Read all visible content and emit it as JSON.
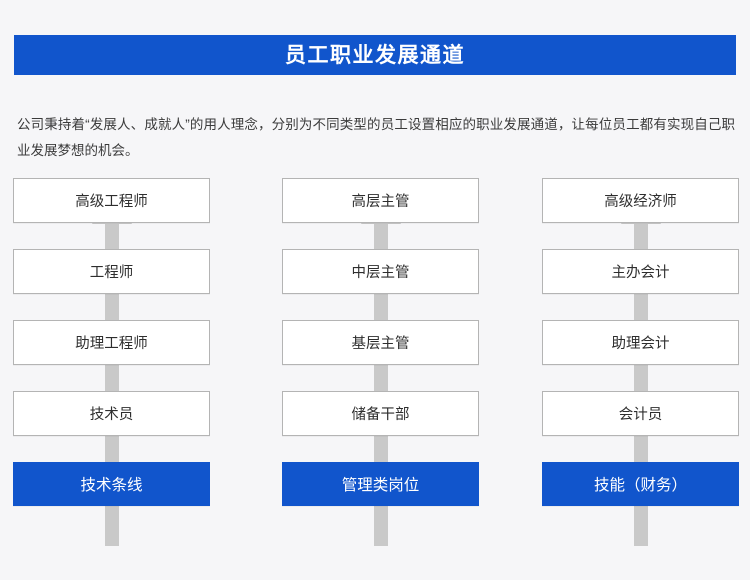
{
  "banner": {
    "title": "员工职业发展通道"
  },
  "intro": {
    "text": "公司秉持着“发展人、成就人”的用人理念，分别为不同类型的员工设置相应的职业发展通道，让每位员工都有实现自己职业发展梦想的机会。"
  },
  "colors": {
    "brand_blue": "#1155cc",
    "page_background": "#f6f6f8",
    "box_border": "#b4b4b4",
    "arrow_gray": "#c9c9c9"
  },
  "chart_data": {
    "type": "diagram",
    "title": "员工职业发展通道",
    "columns": [
      {
        "base_label": "技术条线",
        "levels": [
          "高级工程师",
          "工程师",
          "助理工程师",
          "技术员"
        ]
      },
      {
        "base_label": "管理类岗位",
        "levels": [
          "高层主管",
          "中层主管",
          "基层主管",
          "储备干部"
        ]
      },
      {
        "base_label": "技能（财务）",
        "levels": [
          "高级经济师",
          "主办会计",
          "助理会计",
          "会计员"
        ]
      }
    ]
  }
}
